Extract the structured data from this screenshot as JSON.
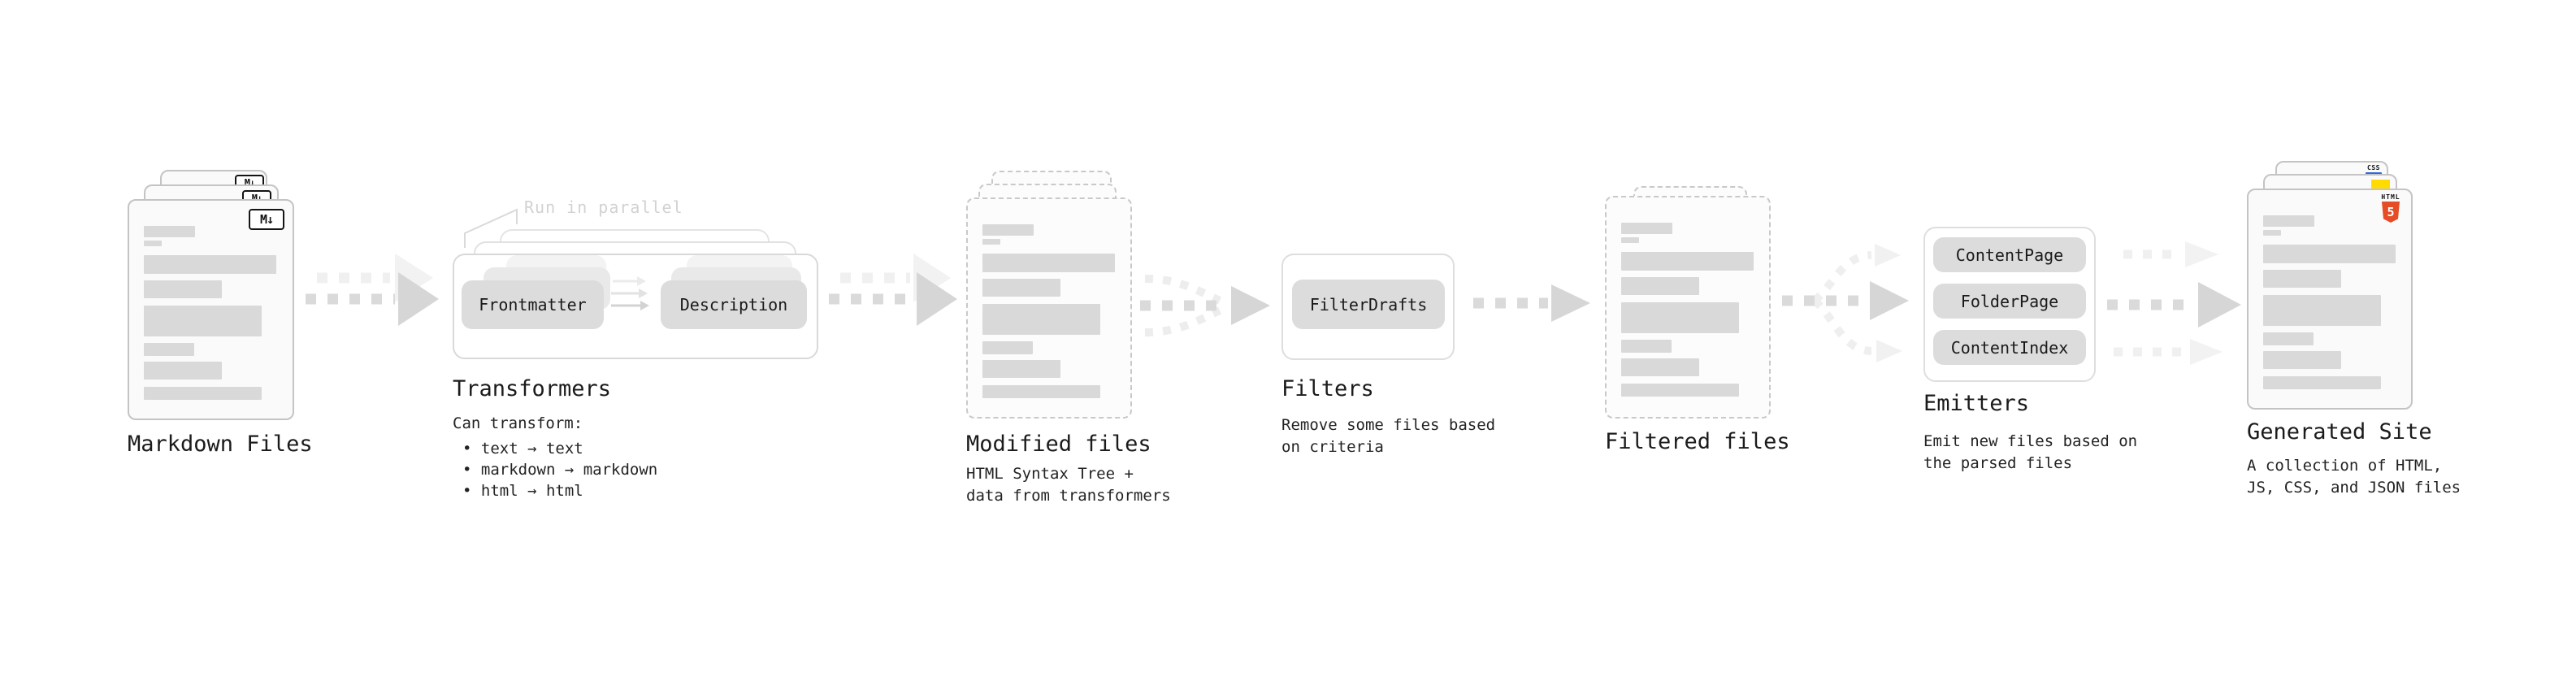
{
  "stages": {
    "markdown_files": {
      "label": "Markdown Files",
      "file_badge": "M↓"
    },
    "transformers": {
      "label": "Transformers",
      "parallel_note": "Run in parallel",
      "pill_left": "Frontmatter",
      "pill_right": "Description",
      "caption_title": "Can transform:",
      "caption_items": [
        "text → text",
        "markdown → markdown",
        "html → html"
      ]
    },
    "modified_files": {
      "label": "Modified files",
      "caption": [
        "HTML Syntax Tree +",
        "data from transformers"
      ]
    },
    "filters": {
      "label": "Filters",
      "pill": "FilterDrafts",
      "caption": [
        "Remove some files based",
        "on criteria"
      ]
    },
    "filtered_files": {
      "label": "Filtered files"
    },
    "emitters": {
      "label": "Emitters",
      "pills": [
        "ContentPage",
        "FolderPage",
        "ContentIndex"
      ],
      "caption": [
        "Emit new files based on",
        "the parsed files"
      ]
    },
    "generated_site": {
      "label": "Generated Site",
      "caption": [
        "A collection of HTML,",
        "JS, CSS, and JSON files"
      ],
      "css_badge": "CSS",
      "html5_badge_word": "HTML",
      "html5_badge_number": "5"
    }
  },
  "colors": {
    "html5_orange": "#e44d26",
    "js_yellow": "#ffdb00",
    "css_blue": "#2b6ce0",
    "placeholder_bar_gray": "#d9d9d9",
    "arrow_gray": "#d6d6d6",
    "faded_annotation_gray": "#d2d2d2"
  }
}
